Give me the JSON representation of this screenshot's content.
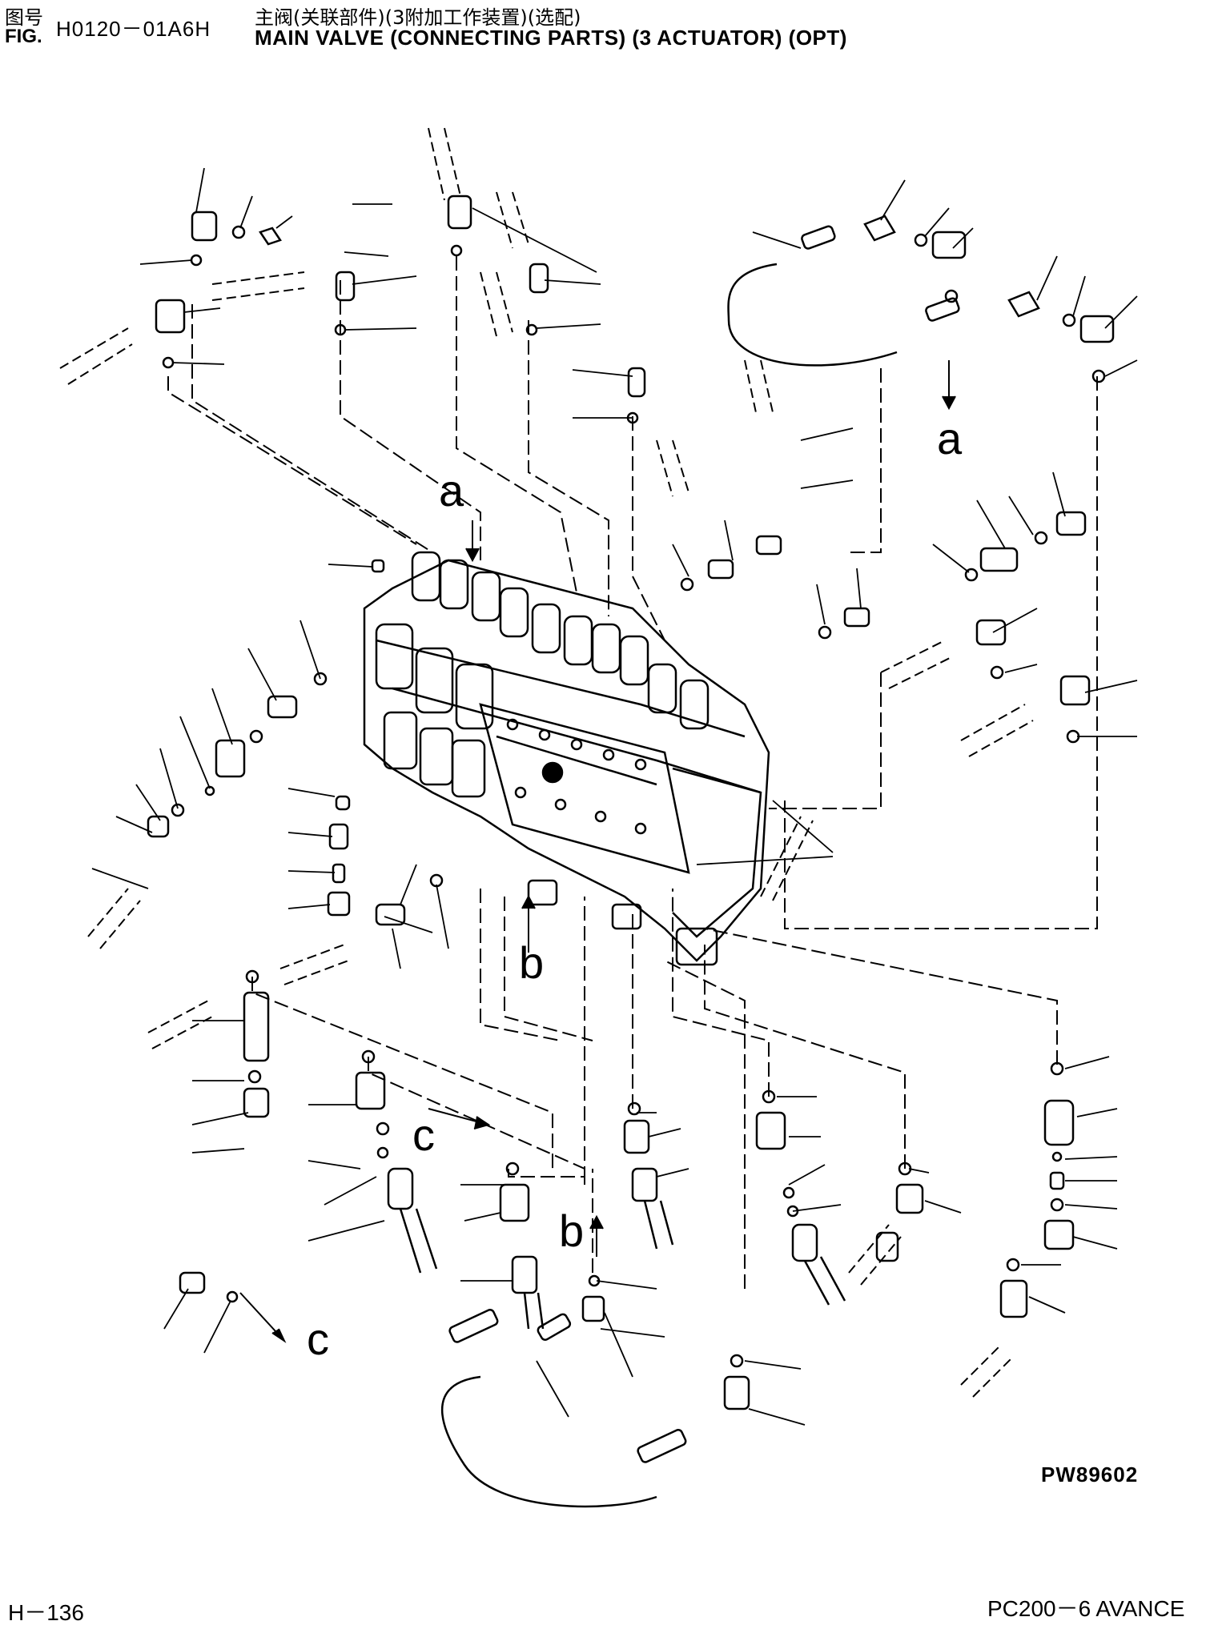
{
  "header": {
    "cn_fig_label": "图号",
    "fig_label": "FIG.",
    "fig_code": "H0120－01A6H",
    "cn_title": "主阀(关联部件)(3附加工作装置)(选配)",
    "en_title": "MAIN VALVE (CONNECTING PARTS) (3 ACTUATOR) (OPT)"
  },
  "diagram": {
    "callouts": {
      "a_top": "a",
      "a_right": "a",
      "b_mid": "b",
      "b_low": "b",
      "c_mid": "c",
      "c_low": "c"
    },
    "reference_code": "PW89602"
  },
  "footer": {
    "page": "H－136",
    "model": "PC200－6 AVANCE"
  },
  "colors": {
    "ink": "#000000",
    "paper": "#ffffff"
  }
}
